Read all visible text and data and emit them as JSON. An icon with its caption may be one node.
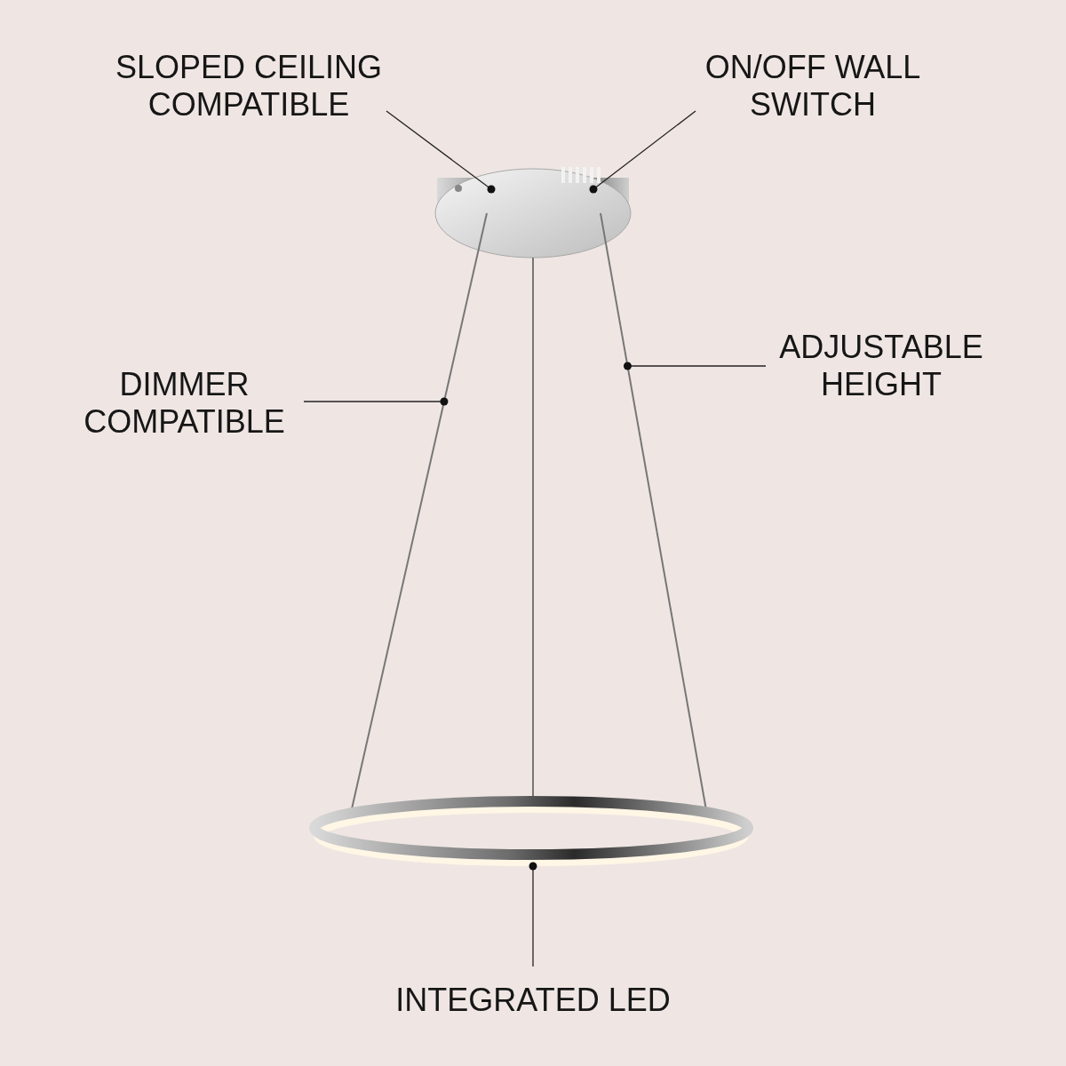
{
  "diagram": {
    "nodes": [
      {
        "text": [
          "SLOPED CEILING COMPATIBLE"
        ]
      },
      {
        "text": [
          "ON/OFF WALL SWITCH"
        ]
      },
      {
        "text": [
          "DIMMER COMPATIBLE"
        ]
      },
      {
        "text": [
          "ADJUSTABLE HEIGHT"
        ]
      },
      {
        "text": [
          "INTEGRATED LED"
        ]
      },
      {
        "text": [],
        "shape": "picture"
      },
      {
        "text": [],
        "shape": "picture"
      },
      {
        "text": [],
        "shape": "picture"
      },
      {
        "text": [],
        "shape": "circle"
      }
    ],
    "edges": [
      {
        "from": 0,
        "to": 5,
        "arrow": "other"
      },
      {
        "from": 1,
        "to": 5,
        "arrow": "other"
      },
      {
        "from": 2,
        "to": 6,
        "arrow": "other"
      },
      {
        "from": 3,
        "to": 7,
        "arrow": "other"
      },
      {
        "from": 4,
        "to": 8,
        "arrow": "other"
      }
    ]
  }
}
